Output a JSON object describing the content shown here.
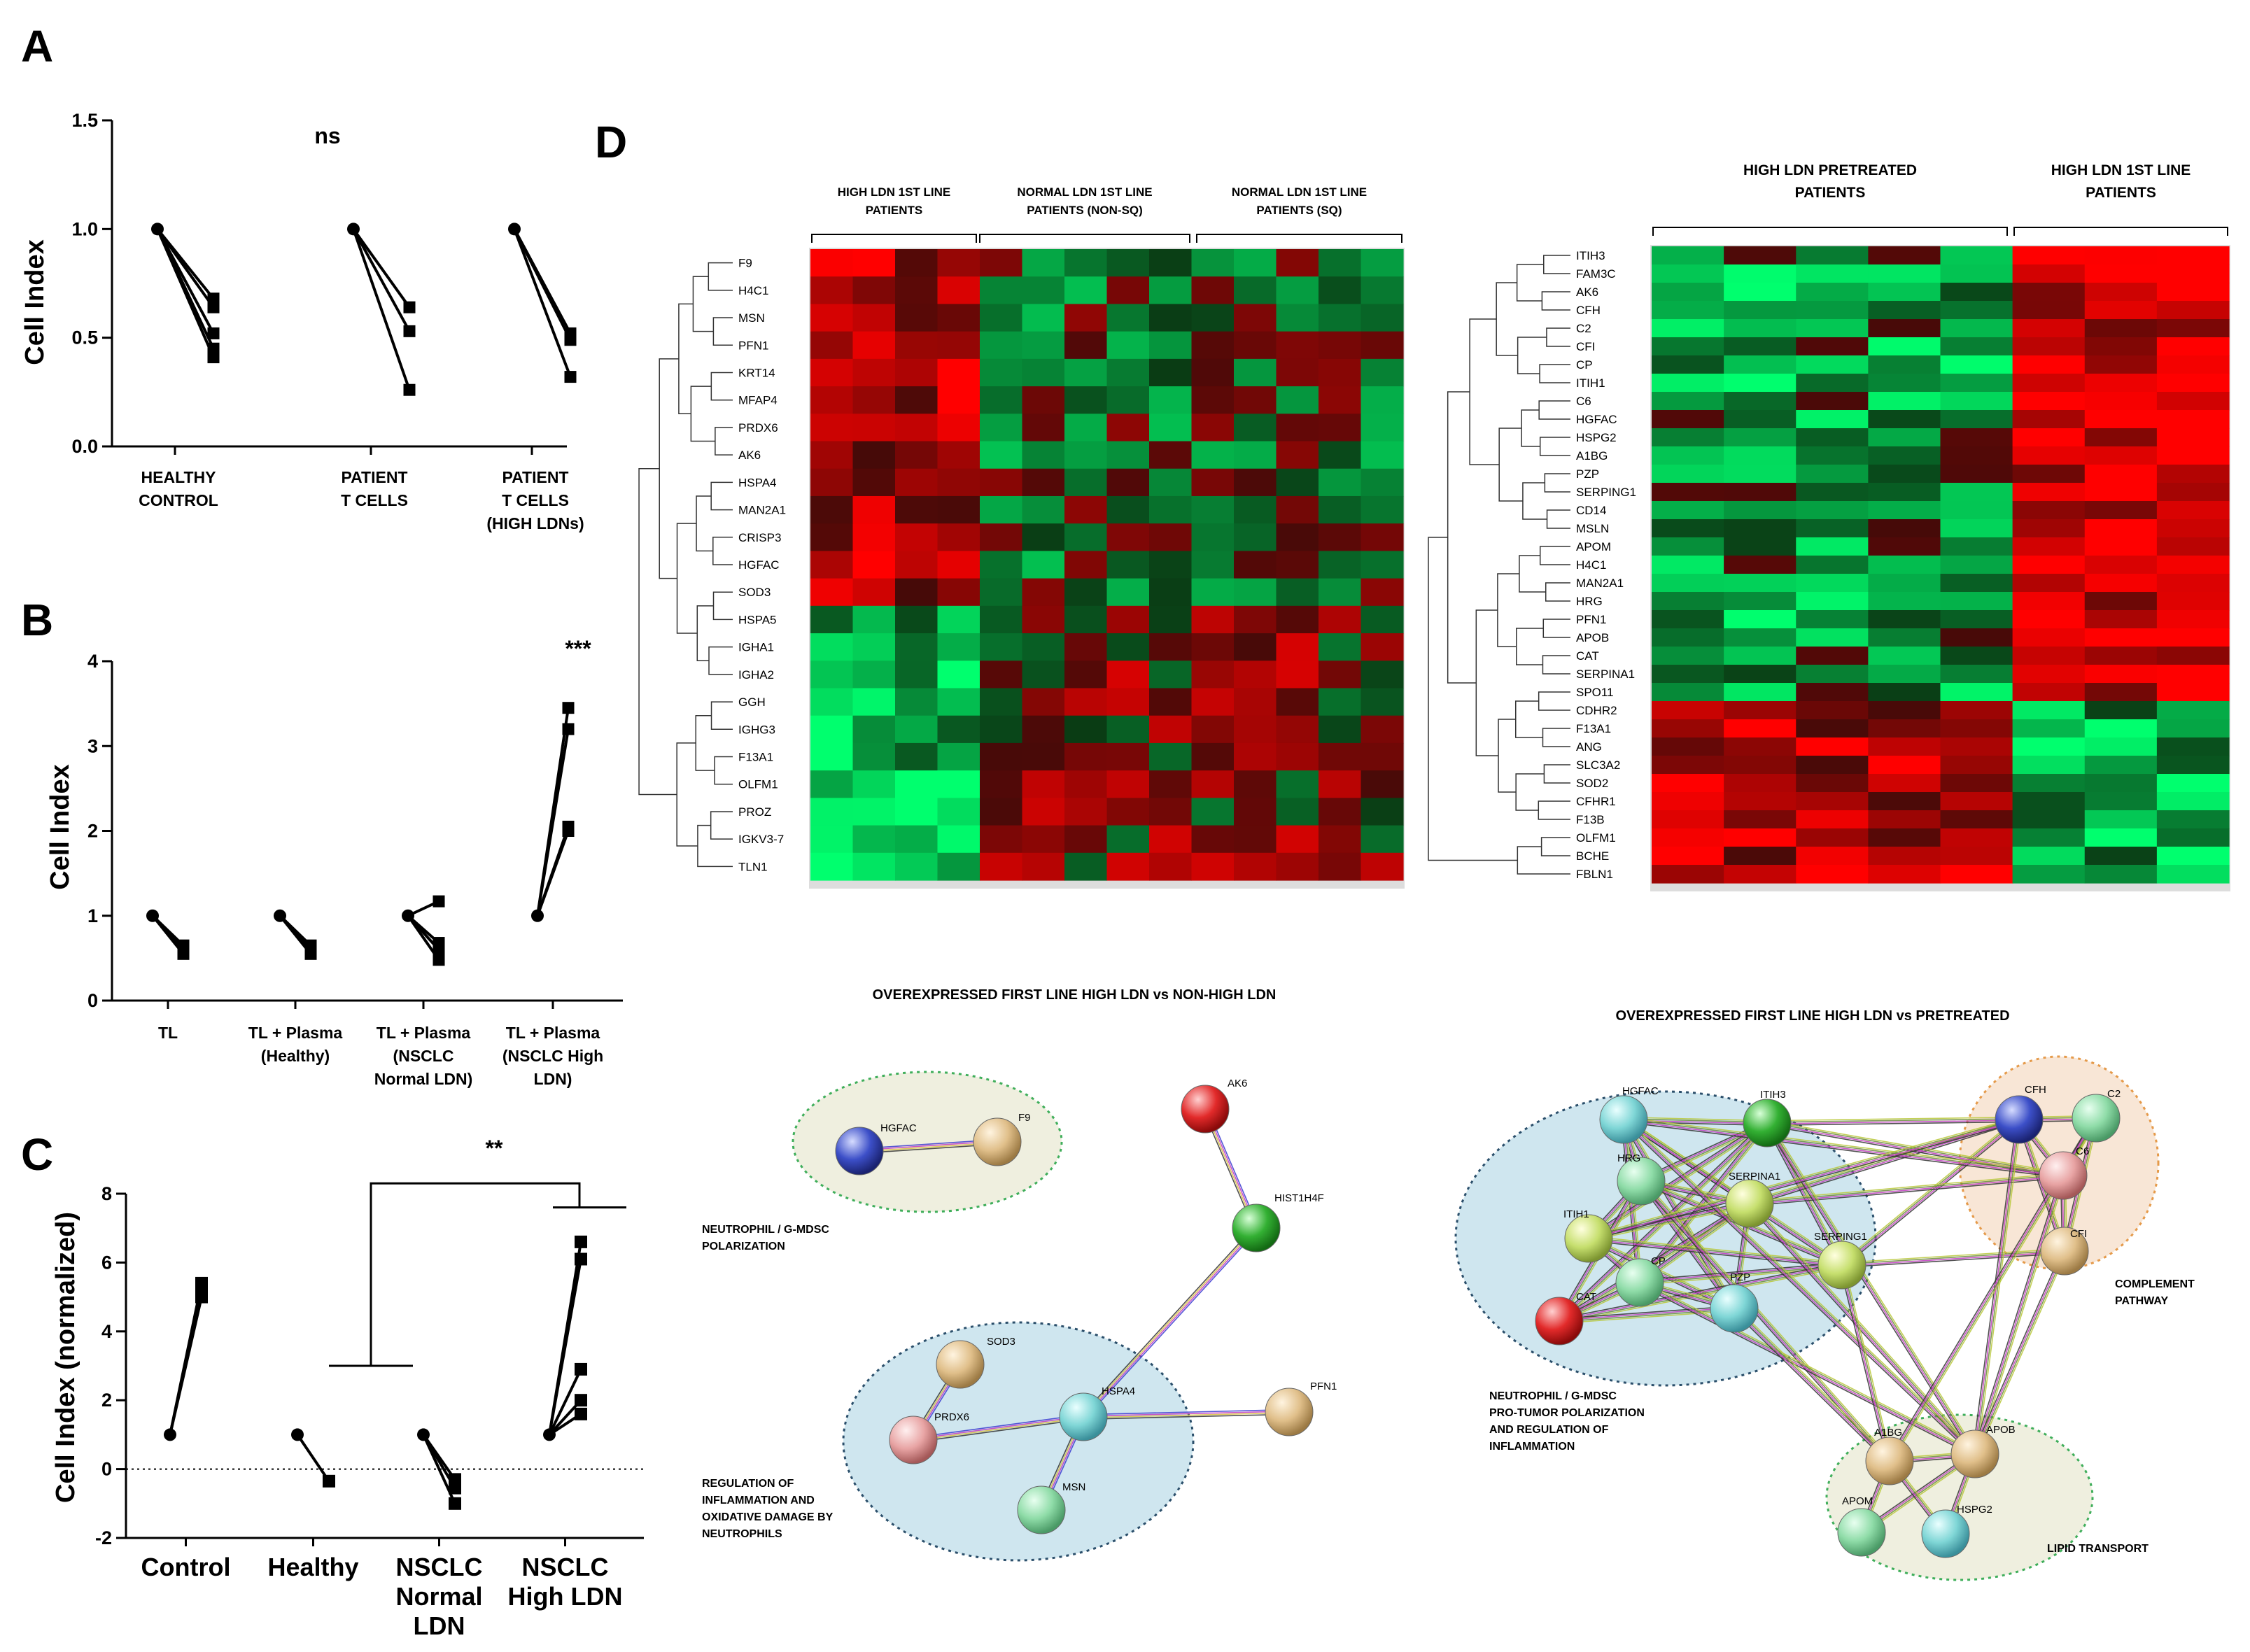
{
  "panels": {
    "a": "A",
    "b": "B",
    "c": "C",
    "d": "D"
  },
  "chart_data": [
    {
      "panel": "A",
      "type": "scatter",
      "ylabel": "Cell Index",
      "ylim": [
        0,
        1.5
      ],
      "yticks": [
        "0.0",
        "0.5",
        "1.0",
        "1.5"
      ],
      "categories": [
        [
          "HEALTHY",
          "CONTROL"
        ],
        [
          "PATIENT",
          "T CELLS"
        ],
        [
          "PATIENT",
          "T CELLS",
          "(HIGH LDNs)"
        ]
      ],
      "annotation": "ns",
      "groups": [
        {
          "start": 1.0,
          "ends": [
            0.68,
            0.64,
            0.52,
            0.45,
            0.41
          ]
        },
        {
          "start": 1.0,
          "ends": [
            0.64,
            0.53,
            0.26
          ]
        },
        {
          "start": 1.0,
          "ends": [
            0.52,
            0.49,
            0.32
          ]
        }
      ]
    },
    {
      "panel": "B",
      "type": "scatter",
      "ylabel": "Cell Index",
      "ylim": [
        0,
        4
      ],
      "yticks": [
        "0",
        "1",
        "2",
        "3",
        "4"
      ],
      "categories": [
        [
          "TL"
        ],
        [
          "TL + Plasma",
          "(Healthy)"
        ],
        [
          "TL + Plasma",
          "(NSCLC",
          "Normal LDN)"
        ],
        [
          "TL + Plasma",
          "(NSCLC High",
          "LDN)"
        ]
      ],
      "annotation": "***",
      "groups": [
        {
          "start": 1.0,
          "ends": [
            0.65,
            0.6,
            0.55
          ]
        },
        {
          "start": 1.0,
          "ends": [
            0.65,
            0.6,
            0.55
          ]
        },
        {
          "start": 1.0,
          "ends": [
            1.17,
            0.68,
            0.6,
            0.48
          ]
        },
        {
          "start": 1.0,
          "ends": [
            3.45,
            3.2,
            2.05,
            2.0
          ]
        }
      ]
    },
    {
      "panel": "C",
      "type": "scatter",
      "ylabel": "Cell Index (normalized)",
      "ylim": [
        -2,
        8
      ],
      "yticks": [
        "-2",
        "0",
        "2",
        "4",
        "6",
        "8"
      ],
      "categories": [
        [
          "Control"
        ],
        [
          "Healthy"
        ],
        [
          "NSCLC",
          "Normal",
          "LDN"
        ],
        [
          "NSCLC",
          "High LDN"
        ]
      ],
      "annotation": "**",
      "groups": [
        {
          "start": 1.0,
          "ends": [
            5.4,
            5.2,
            5.0
          ]
        },
        {
          "start": 1.0,
          "ends": [
            -0.35
          ]
        },
        {
          "start": 1.0,
          "ends": [
            -0.3,
            -0.55,
            -1.0
          ]
        },
        {
          "start": 1.0,
          "ends": [
            6.6,
            6.1,
            2.9,
            2.0,
            1.6
          ]
        }
      ]
    },
    {
      "panel": "D-left",
      "type": "heatmap",
      "groups": [
        [
          "HIGH LDN 1ST LINE",
          "PATIENTS"
        ],
        [
          "NORMAL LDN 1ST LINE",
          "PATIENTS (NON-SQ)"
        ],
        [
          "NORMAL LDN 1ST LINE",
          "PATIENTS (SQ)"
        ]
      ],
      "rows": [
        "F9",
        "H4C1",
        "MSN",
        "PFN1",
        "KRT14",
        "MFAP4",
        "PRDX6",
        "AK6",
        "HSPA4",
        "MAN2A1",
        "CRISP3",
        "HGFAC",
        "SOD3",
        "HSPA5",
        "IGHA1",
        "IGHA2",
        "GGH",
        "IGHG3",
        "F13A1",
        "OLFM1",
        "PROZ",
        "IGKV3-7",
        "TLN1"
      ],
      "columns": 14,
      "colors": {
        "low": "#00ff66",
        "mid": "#000000",
        "high": "#ff0000"
      }
    },
    {
      "panel": "D-right",
      "type": "heatmap",
      "groups": [
        [
          "HIGH LDN PRETREATED",
          "PATIENTS"
        ],
        [
          "HIGH LDN 1ST LINE",
          "PATIENTS"
        ]
      ],
      "rows": [
        "ITIH3",
        "FAM3C",
        "AK6",
        "CFH",
        "C2",
        "CFI",
        "CP",
        "ITIH1",
        "C6",
        "HGFAC",
        "HSPG2",
        "A1BG",
        "PZP",
        "SERPING1",
        "CD14",
        "MSLN",
        "APOM",
        "H4C1",
        "MAN2A1",
        "HRG",
        "PFN1",
        "APOB",
        "CAT",
        "SERPINA1",
        "SPO11",
        "CDHR2",
        "F13A1",
        "ANG",
        "SLC3A2",
        "SOD2",
        "CFHR1",
        "F13B",
        "OLFM1",
        "BCHE",
        "FBLN1"
      ],
      "columns": 8
    }
  ],
  "networks": {
    "left": {
      "title": "OVEREXPRESSED FIRST LINE HIGH LDN vs NON-HIGH LDN",
      "clusters": [
        [
          "NEUTROPHIL / G-MDSC",
          "POLARIZATION"
        ],
        [
          "REGULATION OF",
          "INFLAMMATION AND",
          "OXIDATIVE DAMAGE BY",
          "NEUTROPHILS"
        ]
      ],
      "nodes": [
        "HGFAC",
        "F9",
        "AK6",
        "HIST1H4F",
        "SOD3",
        "PRDX6",
        "HSPA4",
        "PFN1",
        "MSN"
      ]
    },
    "right": {
      "title": "OVEREXPRESSED FIRST LINE HIGH LDN vs PRETREATED",
      "clusters": [
        [
          "NEUTROPHIL / G-MDSC",
          "PRO-TUMOR POLARIZATION",
          "AND REGULATION OF",
          "INFLAMMATION"
        ],
        [
          "COMPLEMENT",
          "PATHWAY"
        ],
        [
          "LIPID TRANSPORT"
        ]
      ],
      "nodes": [
        "HGFAC",
        "ITIH3",
        "HRG",
        "SERPINA1",
        "ITIH1",
        "SERPING1",
        "CP",
        "PZP",
        "CAT",
        "CFH",
        "C2",
        "C6",
        "CFI",
        "A1BG",
        "APOB",
        "APOM",
        "HSPG2"
      ]
    }
  }
}
